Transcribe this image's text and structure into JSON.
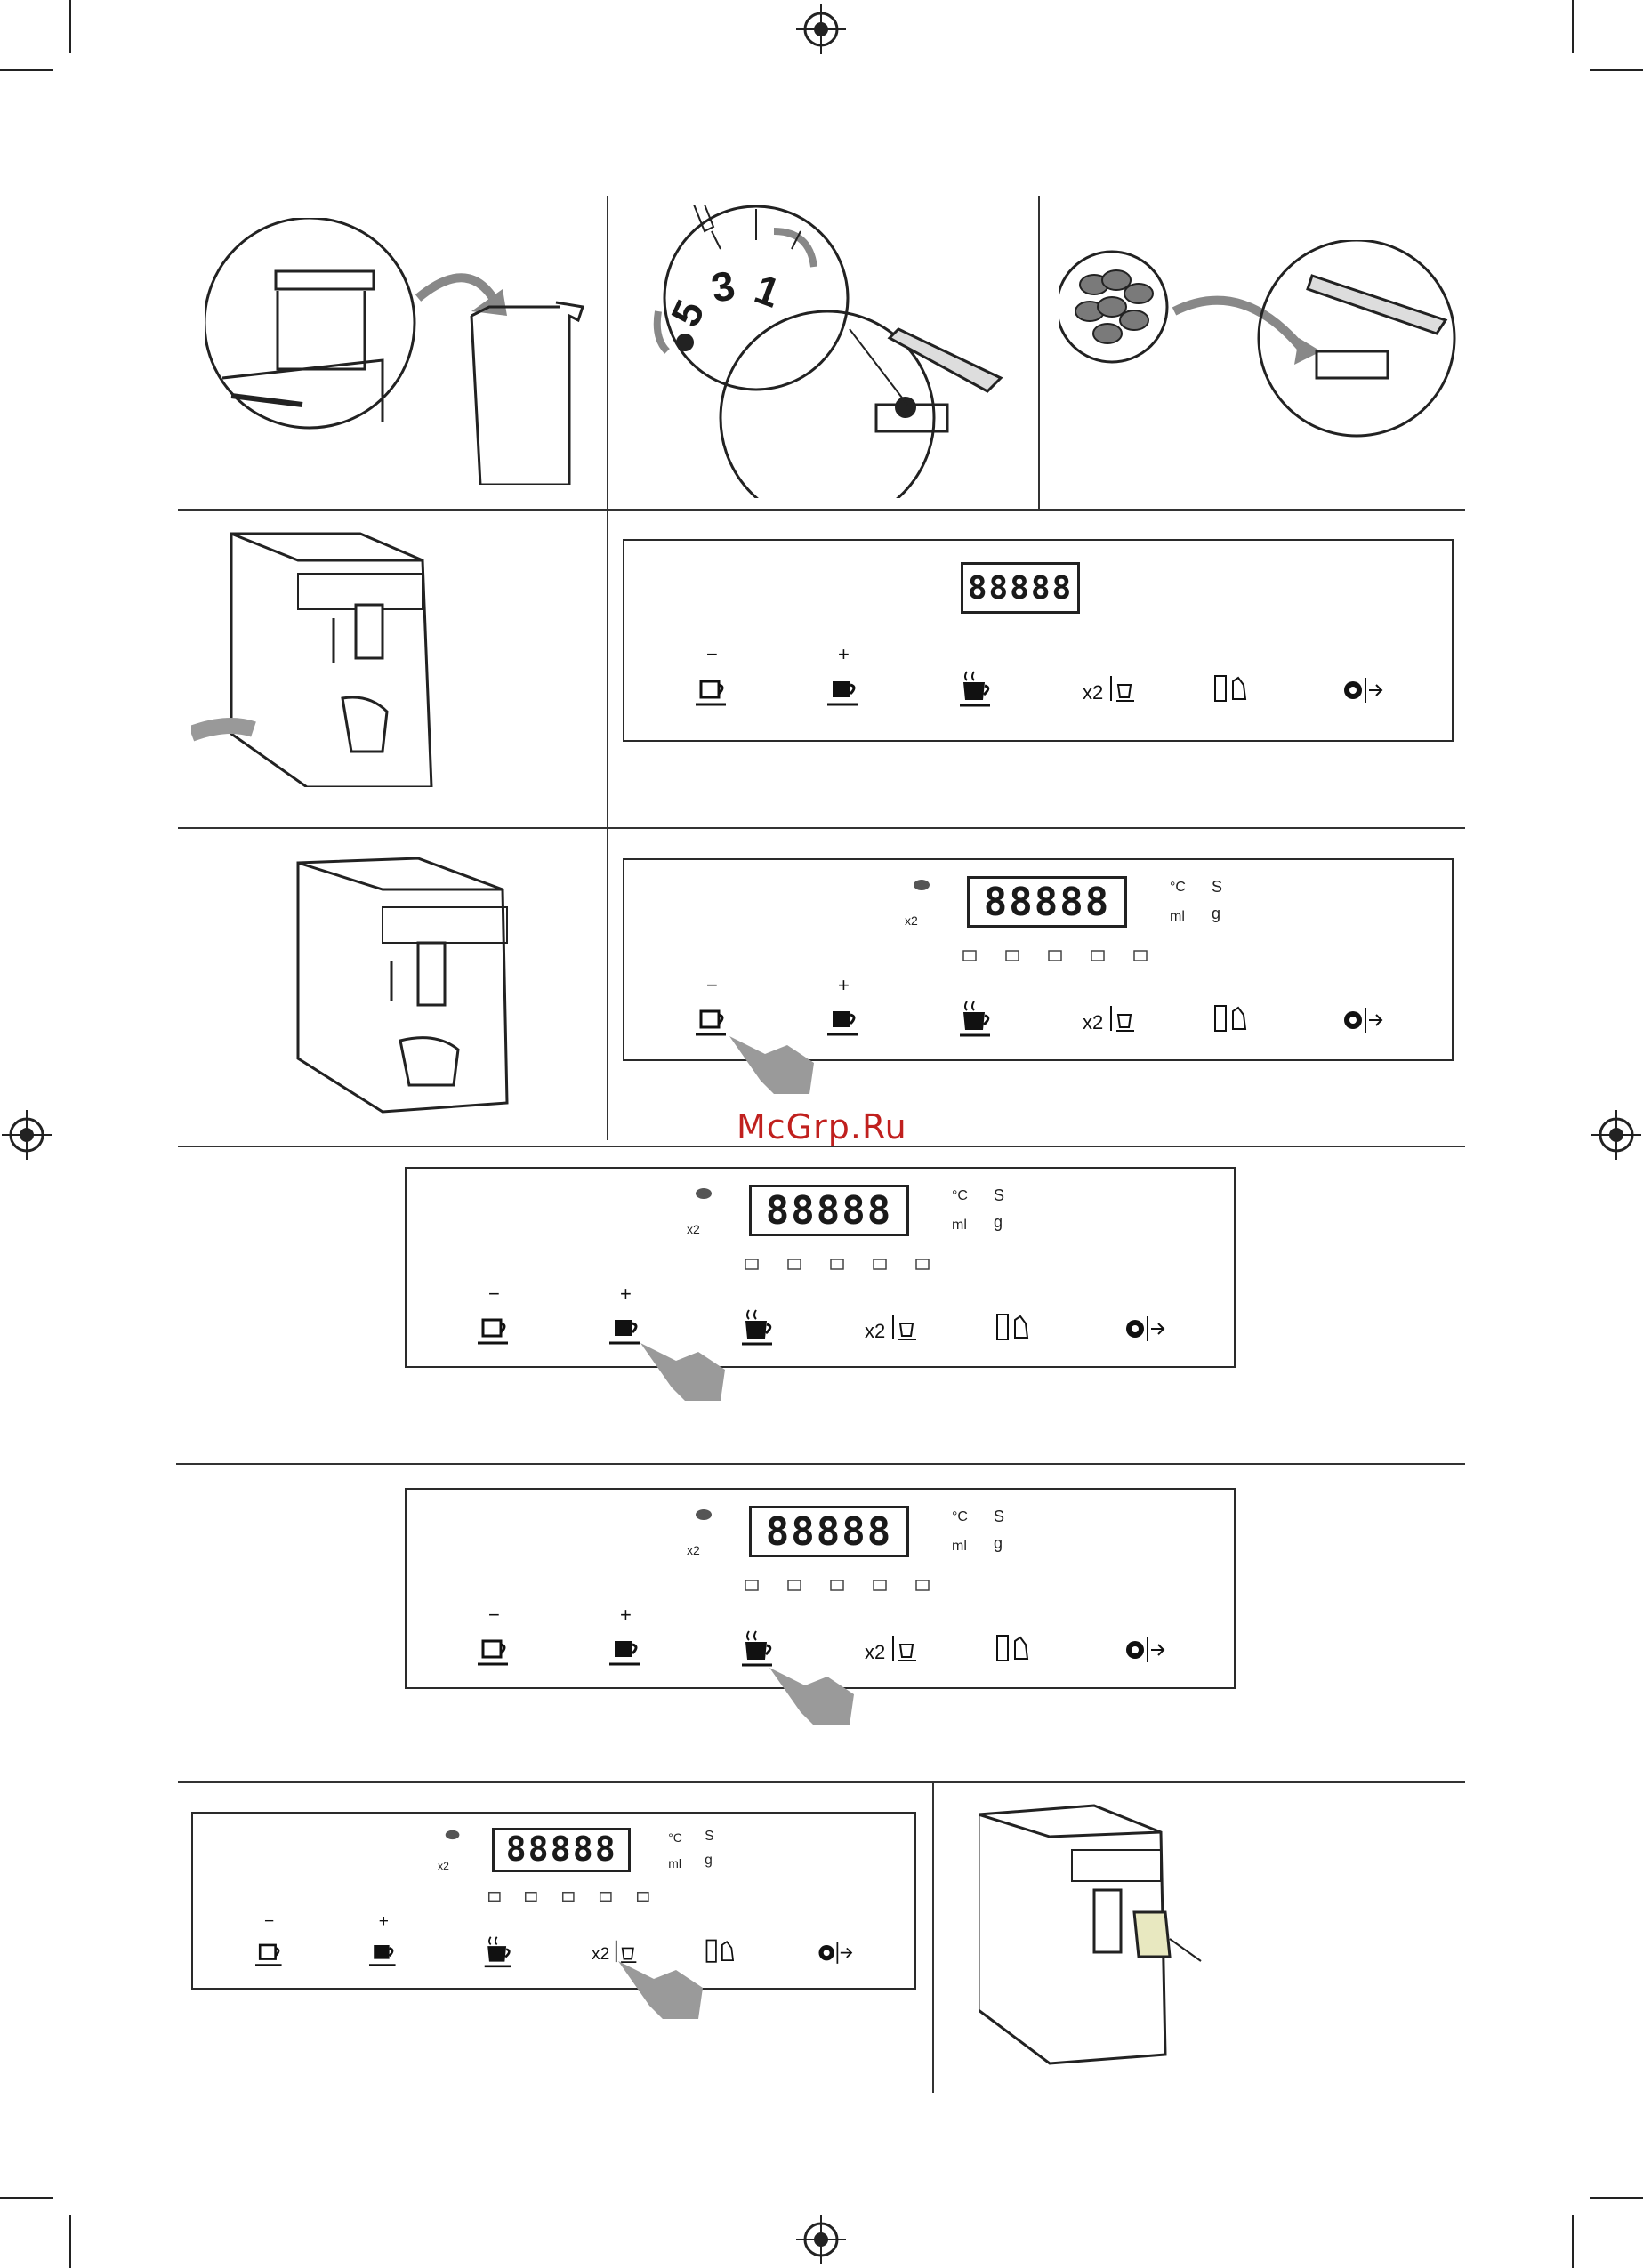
{
  "watermark": "McGrp.Ru",
  "display": {
    "digits": "88888",
    "bean_icon": "coffee-bean-icon",
    "x2_label": "x2",
    "unit_celsius": "°C",
    "unit_s": "S",
    "unit_ml": "ml",
    "unit_g": "g",
    "indicator_icons": [
      "water-tank-icon",
      "grounds-drawer-icon",
      "descale-icon",
      "cleaning-icon",
      "drip-tray-icon"
    ]
  },
  "buttons": [
    {
      "id": "minus",
      "sign": "−",
      "icon": "small-cup-icon"
    },
    {
      "id": "plus",
      "sign": "+",
      "icon": "large-cup-icon"
    },
    {
      "id": "hot",
      "icon": "hot-cup-icon"
    },
    {
      "id": "double",
      "label": "x2",
      "icon": "double-cup-icon"
    },
    {
      "id": "rinse",
      "icon": "rinse-hand-icon"
    },
    {
      "id": "settings",
      "icon": "settings-gear-icon"
    }
  ],
  "illustrations": {
    "grinder_dial_numbers": [
      "5",
      "3",
      "1"
    ]
  },
  "colors": {
    "line": "#2a2a2a",
    "hand": "#9a9a9a",
    "watermark": "#c0201e"
  }
}
